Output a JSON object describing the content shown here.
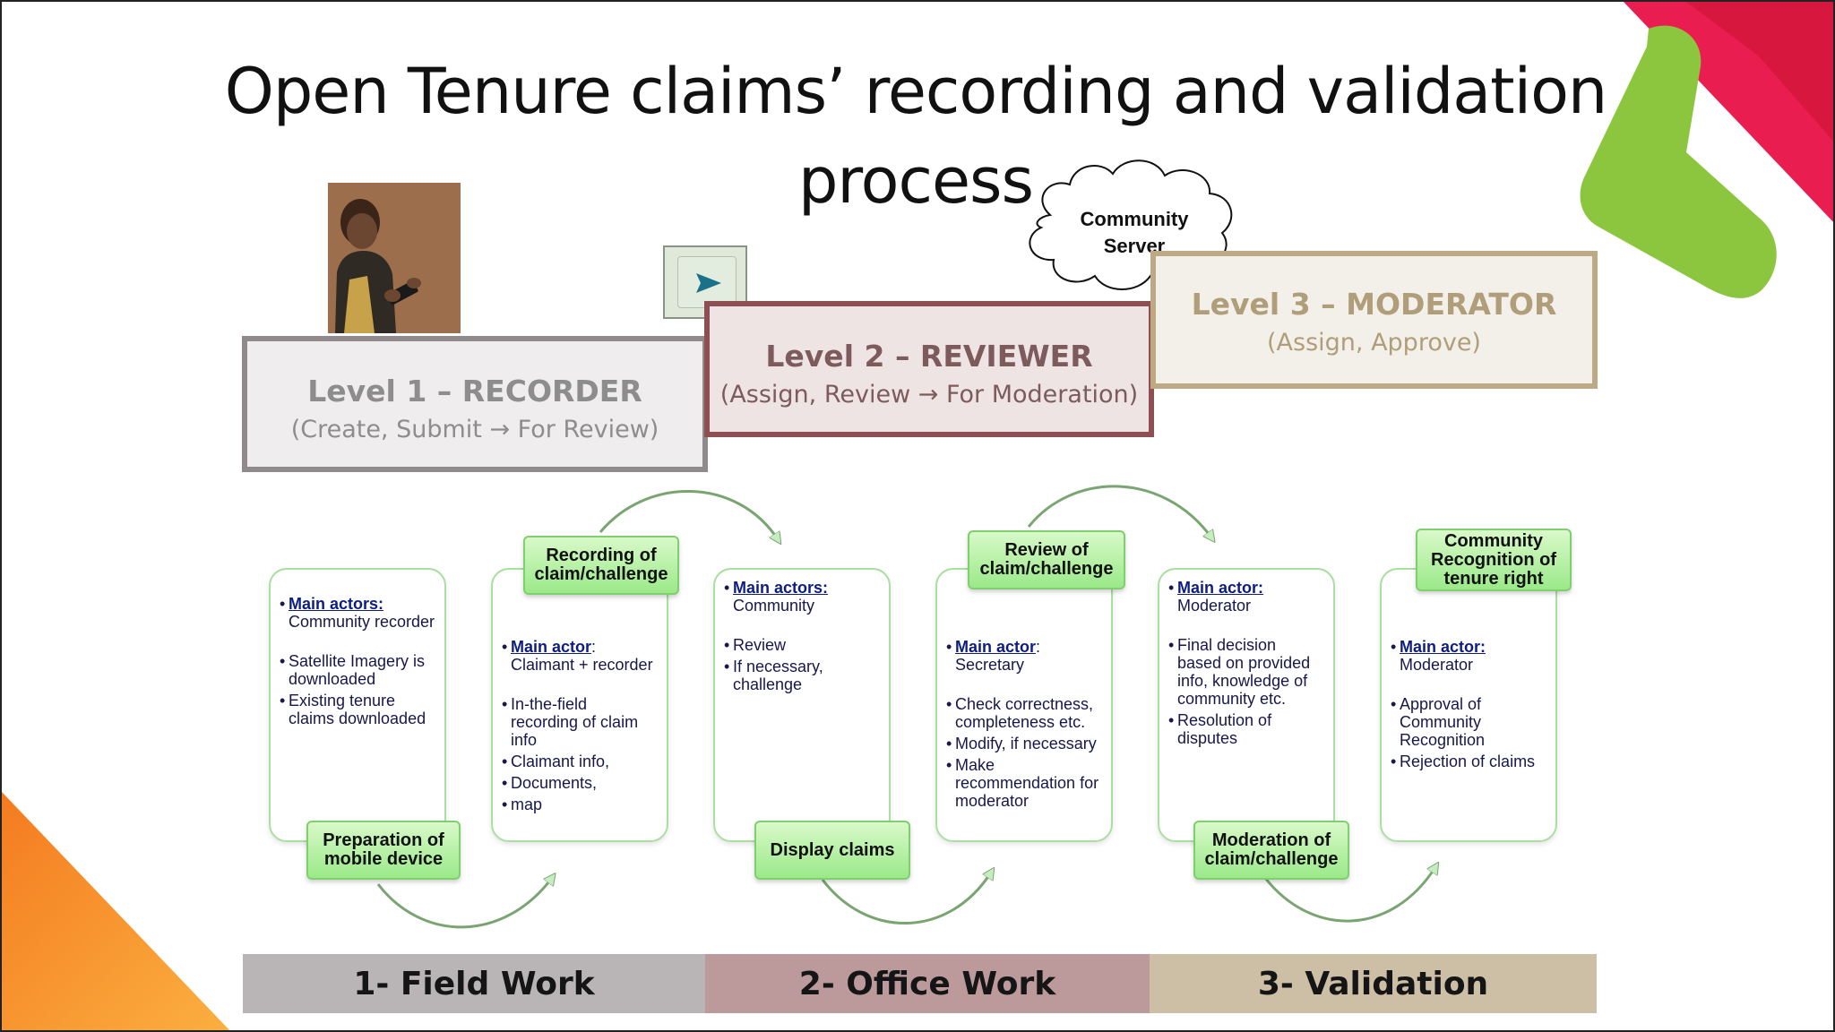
{
  "title": "Open Tenure claims’ recording and validation process",
  "cloud": {
    "line1": "Community",
    "line2": "Server"
  },
  "levels": [
    {
      "title": "Level 1 – RECORDER",
      "subtitle": "(Create, Submit → For Review)"
    },
    {
      "title": "Level 2 – REVIEWER",
      "subtitle": "(Assign, Review → For Moderation)"
    },
    {
      "title": "Level 3 – MODERATOR",
      "subtitle": "(Assign, Approve)"
    }
  ],
  "steps": [
    {
      "tag": "Preparation of mobile device",
      "actor_label": "Main actors:",
      "actor": "Community recorder",
      "items": [
        "Satellite Imagery is downloaded",
        "Existing tenure claims downloaded"
      ]
    },
    {
      "tag": "Recording of claim/challenge",
      "actor_label": "Main actor",
      "actor": "Claimant + recorder",
      "items": [
        "In-the-field recording of claim info",
        "Claimant info,",
        "Documents,",
        "map"
      ]
    },
    {
      "tag": "Display claims",
      "actor_label": "Main actors:",
      "actor": "Community",
      "items": [
        "Review",
        "If necessary, challenge"
      ]
    },
    {
      "tag": "Review of claim/challenge",
      "actor_label": "Main actor",
      "actor": "Secretary",
      "items": [
        "Check correctness, completeness etc.",
        "Modify, if necessary",
        "Make recommendation for moderator"
      ]
    },
    {
      "tag": "Moderation of claim/challenge",
      "actor_label": "Main actor:",
      "actor": "Moderator",
      "items": [
        "Final decision based on provided info, knowledge of community etc.",
        "Resolution of disputes"
      ]
    },
    {
      "tag": "Community Recognition of tenure right",
      "actor_label": "Main actor:",
      "actor": "Moderator",
      "items": [
        "Approval of Community Recognition",
        "Rejection of claims"
      ]
    }
  ],
  "phases": [
    "1- Field Work",
    "2- Office Work",
    "3- Validation"
  ],
  "colors": {
    "level1_border": "#908a8c",
    "level2_border": "#8e4f53",
    "level3_border": "#bda983",
    "phase1": "#b9b4b5",
    "phase2": "#bc999b",
    "phase3": "#ccbfa6",
    "tag_green": "#9be989",
    "card_border": "#a9dfa0",
    "accent_green": "#8cc63f",
    "accent_red": "#e8264f",
    "accent_orange": "#f7941d"
  },
  "icons": {
    "send": "send-icon",
    "photo": "recorder-photo"
  }
}
